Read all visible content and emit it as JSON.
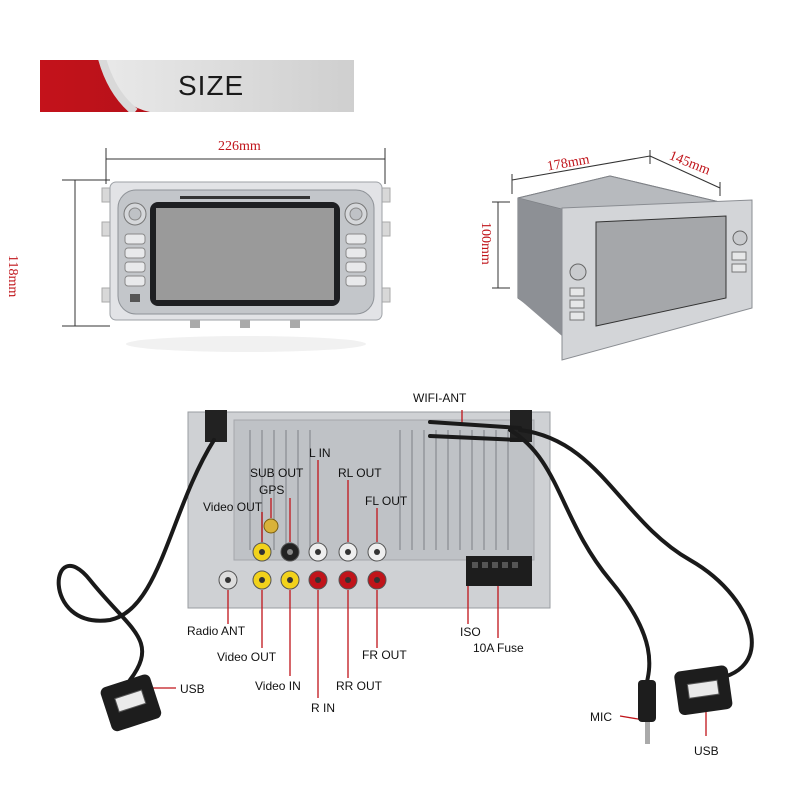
{
  "header": {
    "title": "SIZE"
  },
  "dimensions": {
    "front_width": "226mm",
    "front_height": "118mm",
    "side_width": "178mm",
    "side_depth": "145mm",
    "side_height": "100mm"
  },
  "connectors": {
    "wifi_ant": "WIFI-ANT",
    "l_in": "L IN",
    "sub_out": "SUB OUT",
    "rl_out": "RL OUT",
    "gps": "GPS",
    "fl_out": "FL OUT",
    "video_out_top": "Video OUT",
    "radio_ant": "Radio ANT",
    "video_out_bottom": "Video OUT",
    "video_in": "Video IN",
    "r_in": "R IN",
    "rr_out": "RR OUT",
    "fr_out": "FR OUT",
    "iso": "ISO",
    "fuse": "10A Fuse",
    "usb_left": "USB",
    "mic": "MIC",
    "usb_right": "USB"
  },
  "colors": {
    "accent": "#c0141a",
    "banner_dark": "#b0111a",
    "chassis": "#c8cbd0"
  }
}
